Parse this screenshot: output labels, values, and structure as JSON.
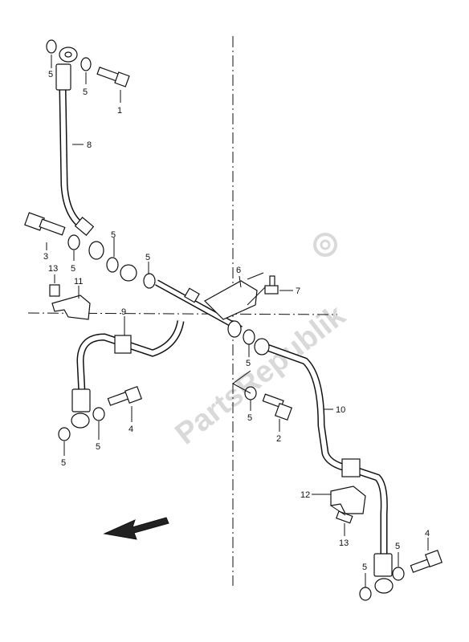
{
  "watermark": {
    "text": "PartsRepublik"
  },
  "callouts": [
    {
      "id": "c-5a",
      "text": "5"
    },
    {
      "id": "c-5b",
      "text": "5"
    },
    {
      "id": "c-1",
      "text": "1"
    },
    {
      "id": "c-8",
      "text": "8"
    },
    {
      "id": "c-3",
      "text": "3"
    },
    {
      "id": "c-5c",
      "text": "5"
    },
    {
      "id": "c-5d",
      "text": "5"
    },
    {
      "id": "c-5e",
      "text": "5"
    },
    {
      "id": "c-13a",
      "text": "13"
    },
    {
      "id": "c-11",
      "text": "11"
    },
    {
      "id": "c-6",
      "text": "6"
    },
    {
      "id": "c-7",
      "text": "7"
    },
    {
      "id": "c-9",
      "text": "9"
    },
    {
      "id": "c-5f",
      "text": "5"
    },
    {
      "id": "c-4a",
      "text": "4"
    },
    {
      "id": "c-5g",
      "text": "5"
    },
    {
      "id": "c-5h",
      "text": "5"
    },
    {
      "id": "c-5i",
      "text": "5"
    },
    {
      "id": "c-5j",
      "text": "5"
    },
    {
      "id": "c-2",
      "text": "2"
    },
    {
      "id": "c-10",
      "text": "10"
    },
    {
      "id": "c-12",
      "text": "12"
    },
    {
      "id": "c-13b",
      "text": "13"
    },
    {
      "id": "c-4b",
      "text": "4"
    },
    {
      "id": "c-5k",
      "text": "5"
    },
    {
      "id": "c-5l",
      "text": "5"
    }
  ]
}
